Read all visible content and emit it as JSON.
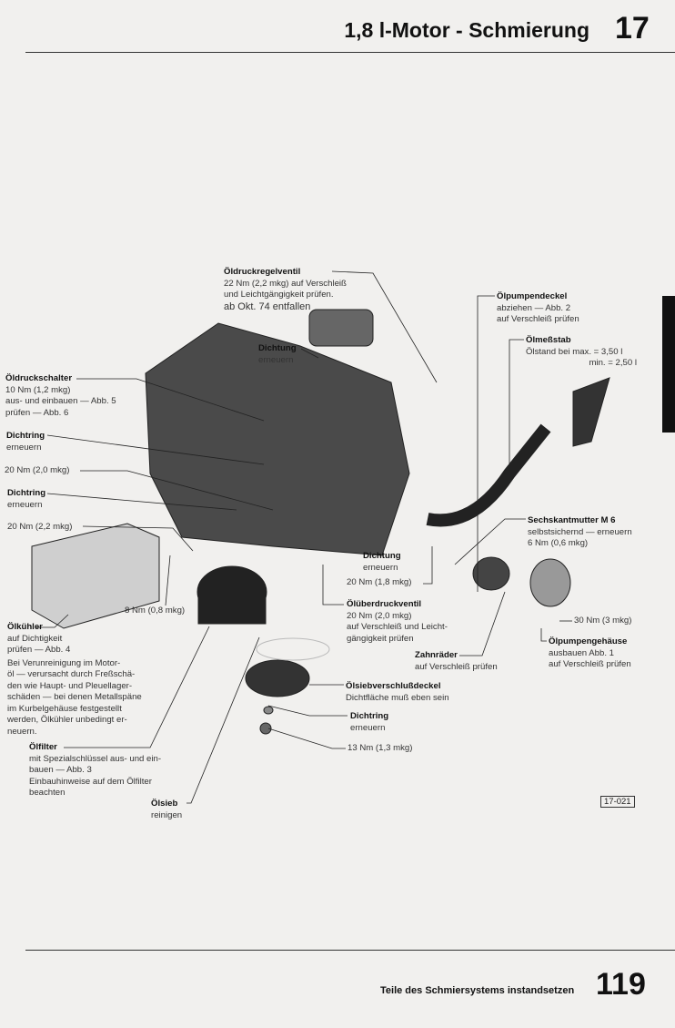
{
  "header": {
    "title": "1,8 l-Motor - Schmierung",
    "chapter": "17"
  },
  "labels": {
    "oeldruckregelventil": {
      "title": "Öldruckregelventil",
      "lines": [
        "22 Nm (2,2 mkg) auf Verschleiß",
        "und Leichtgängigkeit prüfen.",
        "ab Okt. 74 entfallen"
      ]
    },
    "dichtung_top": {
      "title": "Dichtung",
      "lines": [
        "erneuern"
      ]
    },
    "oeldruckschalter": {
      "title": "Öldruckschalter",
      "lines": [
        "10 Nm (1,2 mkg)",
        "aus- und einbauen — Abb. 5",
        "prüfen — Abb. 6"
      ]
    },
    "dichtring1": {
      "title": "Dichtring",
      "lines": [
        "erneuern"
      ]
    },
    "torque_20_20": {
      "lines": [
        "20 Nm (2,0 mkg)"
      ]
    },
    "dichtring2": {
      "title": "Dichtring",
      "lines": [
        "erneuern"
      ]
    },
    "torque_20_22": {
      "lines": [
        "20 Nm (2,2 mkg)"
      ]
    },
    "oelpumpendeckel": {
      "title": "Ölpumpendeckel",
      "lines": [
        "abziehen — Abb. 2",
        "auf Verschleiß prüfen"
      ]
    },
    "oelmessstab": {
      "title": "Ölmeßstab",
      "lines": [
        "Ölstand bei max. = 3,50 l",
        "min. = 2,50 l"
      ]
    },
    "sechskantmutter": {
      "title": "Sechskantmutter M 6",
      "lines": [
        "selbstsichernd — erneuern",
        "6 Nm (0,6 mkg)"
      ]
    },
    "dichtung_mid": {
      "title": "Dichtung",
      "lines": [
        "erneuern"
      ]
    },
    "torque_20_18": {
      "lines": [
        "20 Nm (1,8 mkg)"
      ]
    },
    "torque_8": {
      "lines": [
        "8 Nm (0,8 mkg)"
      ]
    },
    "oelkuehler": {
      "title": "Ölkühler",
      "lines": [
        "auf Dichtigkeit",
        "prüfen — Abb. 4",
        "Bei Verunreinigung im Motor-",
        "öl — verursacht durch Freßschä-",
        "den wie Haupt- und Pleuellager-",
        "schäden — bei denen Metallspäne",
        "im Kurbelgehäuse festgestellt",
        "werden, Ölkühler unbedingt er-",
        "neuern."
      ]
    },
    "oelueberdruckventil": {
      "title": "Ölüberdruckventil",
      "lines": [
        "20 Nm (2,0 mkg)",
        "auf Verschleiß und Leicht-",
        "gängigkeit prüfen"
      ]
    },
    "torque_30": {
      "lines": [
        "30 Nm (3 mkg)"
      ]
    },
    "oelpumpengehaeuse": {
      "title": "Ölpumpengehäuse",
      "lines": [
        "ausbauen Abb. 1",
        "auf Verschleiß prüfen"
      ]
    },
    "zahnraeder": {
      "title": "Zahnräder",
      "lines": [
        "auf Verschleiß prüfen"
      ]
    },
    "oelsiebverschlussdeckel": {
      "title": "Ölsiebverschlußdeckel",
      "lines": [
        "Dichtfläche muß eben sein"
      ]
    },
    "dichtring3": {
      "title": "Dichtring",
      "lines": [
        "erneuern"
      ]
    },
    "torque_13": {
      "lines": [
        "13 Nm (1,3 mkg)"
      ]
    },
    "oelfilter": {
      "title": "Ölfilter",
      "lines": [
        "mit Spezialschlüssel aus- und ein-",
        "bauen — Abb. 3",
        "Einbauhinweise auf dem Ölfilter",
        "beachten"
      ]
    },
    "oelsieb": {
      "title": "Ölsieb",
      "lines": [
        "reinigen"
      ]
    }
  },
  "figure_number": "17-021",
  "footer": {
    "section": "Teile des Schmiersystems instandsetzen",
    "page": "119"
  }
}
